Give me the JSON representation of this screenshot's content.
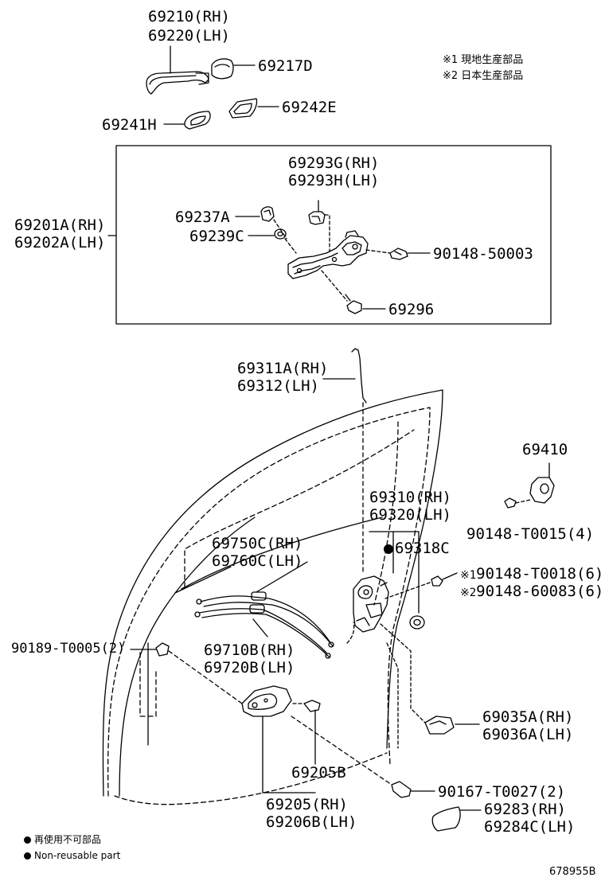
{
  "labels": {
    "p69210": "69210(RH)",
    "p69220": "69220(LH)",
    "p69217D": "69217D",
    "p69242E": "69242E",
    "p69241H": "69241H",
    "p69293G": "69293G(RH)",
    "p69293H": "69293H(LH)",
    "p69201A": "69201A(RH)",
    "p69202A": "69202A(LH)",
    "p69237A": "69237A",
    "p69239C": "69239C",
    "p90148_50003": "90148-50003",
    "p69296": "69296",
    "p69311A": "69311A(RH)",
    "p69312": "69312(LH)",
    "p69410": "69410",
    "p69310": "69310(RH)",
    "p69320": "69320(LH)",
    "p90148_T0015": "90148-T0015(4)",
    "p69750C": "69750C(RH)",
    "p69760C": "69760C(LH)",
    "p69318C": "69318C",
    "p90148_T0018": "90148-T0018(6)",
    "p90148_60083": "90148-60083(6)",
    "p90189": "90189-T0005(2)",
    "p69710B": "69710B(RH)",
    "p69720B": "69720B(LH)",
    "p69035A": "69035A(RH)",
    "p69036A": "69036A(LH)",
    "p69205B": "69205B",
    "p90167": "90167-T0027(2)",
    "p69205": "69205(RH)",
    "p69206B": "69206B(LH)",
    "p69283": "69283(RH)",
    "p69284C": "69284C(LH)"
  },
  "marks": {
    "m1": "※1",
    "m2": "※2"
  },
  "notes": {
    "n1": "※1 現地生産部品",
    "n2": "※2 日本生産部品"
  },
  "legend": {
    "jp": "再使用不可部品",
    "en": "Non-reusable part"
  },
  "code": "678955B",
  "colors": {
    "line": "#000000",
    "background": "#ffffff"
  }
}
